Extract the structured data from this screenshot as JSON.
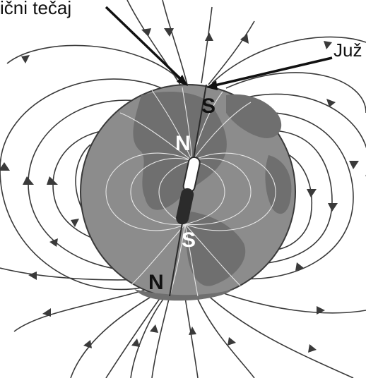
{
  "labels": {
    "callout_left": "ični tečaj",
    "callout_right": "Juž",
    "geo_south": "S",
    "geo_north": "N",
    "mag_north": "N",
    "mag_south": "S"
  },
  "colors": {
    "line": "#3a3a3a",
    "earth": "#8c8c8c",
    "continent": "#6f6f6f",
    "magnet": "#2b2b2b",
    "label_dark": "#111111",
    "label_light": "#ffffff"
  }
}
